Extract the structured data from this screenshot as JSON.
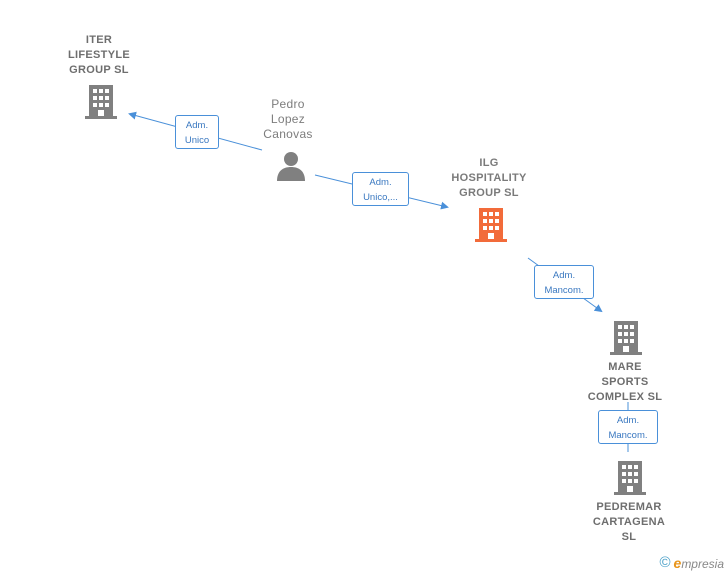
{
  "diagram": {
    "nodes": [
      {
        "id": "iter",
        "label": "ITER\nLIFESTYLE\nGROUP  SL",
        "kind": "company"
      },
      {
        "id": "pedro",
        "label": "Pedro\nLopez\nCanovas",
        "kind": "person"
      },
      {
        "id": "ilg",
        "label": "ILG\nHOSPITALITY\nGROUP  SL",
        "kind": "company-main"
      },
      {
        "id": "mare",
        "label": "MARE\nSPORTS\nCOMPLEX  SL",
        "kind": "company"
      },
      {
        "id": "pedremar",
        "label": "PEDREMAR\nCARTAGENA\nSL",
        "kind": "company"
      }
    ],
    "edges": [
      {
        "from": "pedro",
        "to": "iter",
        "label": "Adm.\nUnico"
      },
      {
        "from": "pedro",
        "to": "ilg",
        "label": "Adm.\nUnico,..."
      },
      {
        "from": "ilg",
        "to": "mare",
        "label": "Adm.\nMancom."
      },
      {
        "from": "mare",
        "to": "pedremar",
        "label": "Adm.\nMancom."
      }
    ]
  },
  "colors": {
    "company_icon": "#808080",
    "main_company_icon": "#f26b3a",
    "person_icon": "#808080",
    "edge": "#4a90d9"
  },
  "brand": {
    "copyright_symbol": "©",
    "e_letter": "e",
    "name": "mpresia"
  }
}
